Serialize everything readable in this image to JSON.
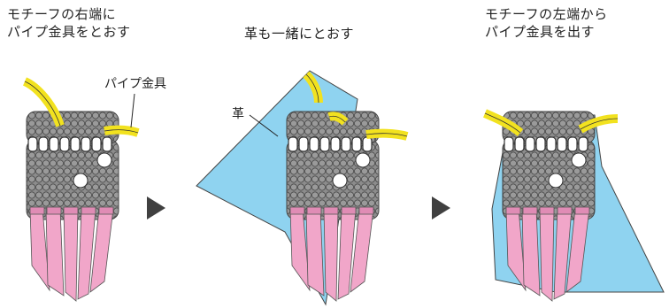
{
  "steps": [
    {
      "caption": "モチーフの右端に\nパイプ金具をとおす"
    },
    {
      "caption": "革も一緒にとおす"
    },
    {
      "caption": "モチーフの左端から\nパイプ金具を出す"
    }
  ],
  "labels": {
    "pipe_fitting": "パイプ金具",
    "leather": "革"
  },
  "colors": {
    "pipe": "#f2e21f",
    "leather": "#8fd3f0",
    "knit": "#8c8c8c",
    "fringe": "#f1a6c9",
    "arrow": "#404040"
  }
}
